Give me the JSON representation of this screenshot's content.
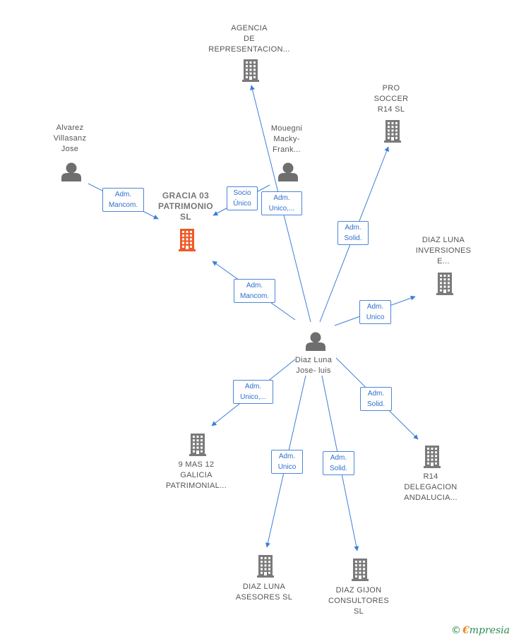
{
  "colors": {
    "edge": "#3b7fd9",
    "company_icon": "#7a7a7a",
    "highlight_icon": "#ef5a26",
    "person_icon": "#6e6e6e"
  },
  "nodes": [
    {
      "id": "agencia",
      "kind": "company",
      "icon": "building-icon",
      "lines": [
        "AGENCIA",
        "DE",
        "REPRESENTACION..."
      ]
    },
    {
      "id": "pro_soccer",
      "kind": "company",
      "icon": "building-icon",
      "lines": [
        "PRO",
        "SOCCER",
        "R14  SL"
      ]
    },
    {
      "id": "alvarez",
      "kind": "person",
      "icon": "person-icon",
      "lines": [
        "Alvarez",
        "Villasanz",
        "Jose"
      ]
    },
    {
      "id": "mouegni",
      "kind": "person",
      "icon": "person-icon",
      "lines": [
        "Mouegni",
        "Macky-",
        "Frank..."
      ]
    },
    {
      "id": "gracia",
      "kind": "company-highlight",
      "icon": "building-icon",
      "lines": [
        "GRACIA 03",
        "PATRIMONIO",
        "SL"
      ]
    },
    {
      "id": "diaz_luna_inv",
      "kind": "company",
      "icon": "building-icon",
      "lines": [
        "DIAZ LUNA",
        "INVERSIONES",
        "E..."
      ]
    },
    {
      "id": "diaz_luna_jose",
      "kind": "person",
      "icon": "person-icon",
      "lines": [
        "Diaz Luna",
        "Jose- luis"
      ]
    },
    {
      "id": "nueve_mas",
      "kind": "company",
      "icon": "building-icon",
      "lines": [
        "9 MAS 12",
        "GALICIA",
        "PATRIMONIAL..."
      ]
    },
    {
      "id": "r14_delegacion",
      "kind": "company",
      "icon": "building-icon",
      "lines": [
        "R14",
        "DELEGACION",
        "ANDALUCIA..."
      ]
    },
    {
      "id": "diaz_luna_asesores",
      "kind": "company",
      "icon": "building-icon",
      "lines": [
        "DIAZ LUNA",
        "ASESORES SL"
      ]
    },
    {
      "id": "diaz_gijon",
      "kind": "company",
      "icon": "building-icon",
      "lines": [
        "DIAZ GIJON",
        "CONSULTORES",
        "SL"
      ]
    }
  ],
  "edges": [
    {
      "id": "e1",
      "lines": [
        "Adm.",
        "Mancom."
      ]
    },
    {
      "id": "e2",
      "lines": [
        "Socio",
        "Único"
      ]
    },
    {
      "id": "e3",
      "lines": [
        "Adm.",
        "Unico,..."
      ]
    },
    {
      "id": "e4",
      "lines": [
        "Adm.",
        "Solid."
      ]
    },
    {
      "id": "e5",
      "lines": [
        "Adm.",
        "Mancom."
      ]
    },
    {
      "id": "e6",
      "lines": [
        "Adm.",
        "Unico"
      ]
    },
    {
      "id": "e7",
      "lines": [
        "Adm.",
        "Unico,..."
      ]
    },
    {
      "id": "e8",
      "lines": [
        "Adm.",
        "Solid."
      ]
    },
    {
      "id": "e9",
      "lines": [
        "Adm.",
        "Unico"
      ]
    },
    {
      "id": "e10",
      "lines": [
        "Adm.",
        "Solid."
      ]
    }
  ],
  "watermark": {
    "symbol": "©",
    "brand_initial": "€",
    "brand_rest": "mpresia"
  }
}
